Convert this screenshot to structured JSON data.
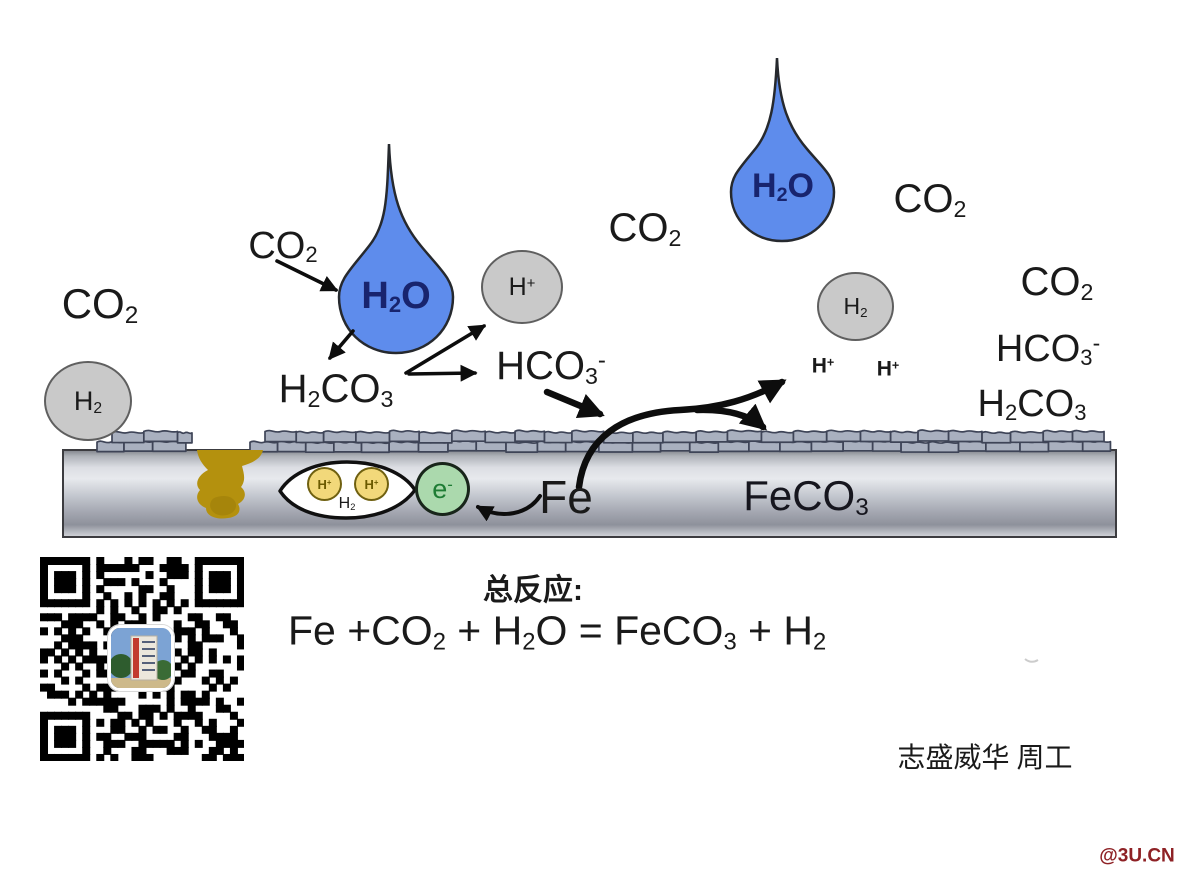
{
  "colors": {
    "page_bg": "#ffffff",
    "text_color": "#1a1a1a",
    "droplet_fill": "#5e8cec",
    "droplet_stroke": "#26292e",
    "droplet_text": "#18246e",
    "bubble_fill": "#c9c9c9",
    "bubble_stroke": "#5f5f5f",
    "proton_fill": "#f2d87a",
    "proton_stroke": "#6f6010",
    "proton_text": "#6b5a00",
    "electron_fill": "#abd9ad",
    "electron_text": "#1e7c34",
    "corrosion_fill": "#b4910e",
    "scale_fill": "#a9b0bf",
    "scale_stroke": "#3e4457",
    "metal_outline": "#3c3c40",
    "arrow_color": "#0d0d0d",
    "feco3_text": "#16161e",
    "watermark_color": "#8e2125",
    "qr_dark": "#000000"
  },
  "formulas": {
    "co2": [
      {
        "t": "CO"
      },
      {
        "t": "2",
        "sub": true
      }
    ],
    "h2o": [
      {
        "t": "H"
      },
      {
        "t": "2",
        "sub": true
      },
      {
        "t": "O"
      }
    ],
    "h2": [
      {
        "t": "H"
      },
      {
        "t": "2",
        "sub": true
      }
    ],
    "h_plus": [
      {
        "t": "H"
      },
      {
        "t": "+",
        "sup": true
      }
    ],
    "h2co3": [
      {
        "t": "H"
      },
      {
        "t": "2",
        "sub": true
      },
      {
        "t": "CO"
      },
      {
        "t": "3",
        "sub": true
      }
    ],
    "hco3": [
      {
        "t": "HCO"
      },
      {
        "t": "3",
        "sub": true
      },
      {
        "t": "-",
        "sup": true
      }
    ],
    "feco3": [
      {
        "t": "FeCO"
      },
      {
        "t": "3",
        "sub": true
      }
    ],
    "fe": [
      {
        "t": "Fe"
      }
    ],
    "e_minus": [
      {
        "t": "e"
      },
      {
        "t": "-",
        "sup": true
      }
    ],
    "overall_equation": [
      {
        "t": "Fe +CO"
      },
      {
        "t": "2",
        "sub": true
      },
      {
        "t": " + H"
      },
      {
        "t": "2",
        "sub": true
      },
      {
        "t": "O = FeCO"
      },
      {
        "t": "3",
        "sub": true
      },
      {
        "t": " + H"
      },
      {
        "t": "2",
        "sub": true
      }
    ]
  },
  "captions": {
    "overall_reaction_title": "总反应:",
    "signature": "志盛威华 周工",
    "watermark": "@3U.CN"
  },
  "qr_code": {
    "present": true,
    "center_logo": "building-photo-thumbnail"
  }
}
